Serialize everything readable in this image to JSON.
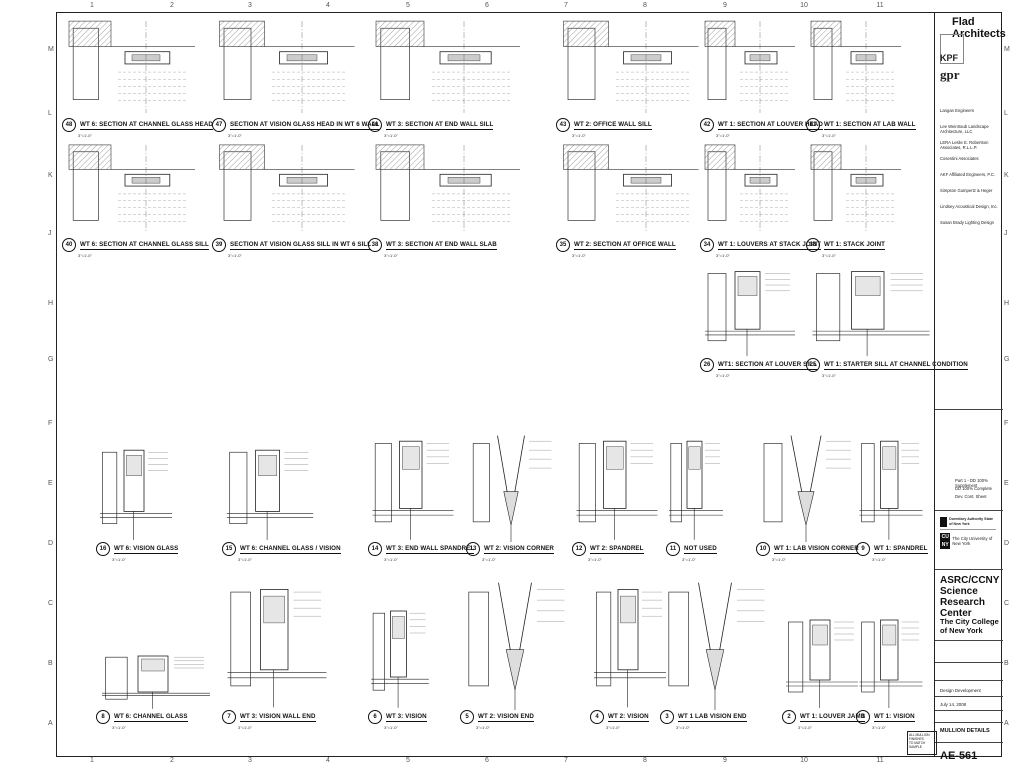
{
  "firm": {
    "name": "Flad Architects",
    "partners": [
      "KPF",
      "gpr"
    ]
  },
  "consultants": [
    "Langan Engineers",
    "Lee Weintraub Landscape Architecture, LLC",
    "LERA Leslie E. Robertson Associates, R.L.L.P.",
    "Cosentini Associates",
    "AKF Affiliated Engineers, P.C.",
    "Simpson Gumpertz & Heger",
    "Lindsey Acoustical Design, Inc.",
    "Susan Brady Lighting Design"
  ],
  "project": {
    "title": "ASRC/CCNY Science Research Center",
    "owner": "The City College of New York",
    "phase": "Design Development",
    "date": "July 14, 2008",
    "sheet_name": "MULLION DETAILS",
    "sheet_number": "AE-561",
    "authority": "Dormitory Authority State of New York",
    "university": "The City University of New York"
  },
  "revisions": [
    "Part 1 - DD 100% Supplement",
    "DD 100% Complete",
    "Dev. Cont. Sheet"
  ],
  "grid": {
    "columns": [
      "1",
      "2",
      "3",
      "4",
      "5",
      "6",
      "7",
      "8",
      "9",
      "10",
      "11"
    ],
    "rows": [
      "M",
      "L",
      "K",
      "J",
      "H",
      "G",
      "F",
      "E",
      "D",
      "C",
      "B",
      "A"
    ]
  },
  "details": [
    {
      "num": "48",
      "title": "WT 6: SECTION AT CHANNEL GLASS HEAD",
      "scale": "3\"=1'-0\""
    },
    {
      "num": "47",
      "title": "SECTION AT VISION GLASS HEAD IN WT 6 WALL",
      "scale": "3\"=1'-0\""
    },
    {
      "num": "46",
      "title": "WT 3: SECTION AT END WALL SILL",
      "scale": "3\"=1'-0\""
    },
    {
      "num": "43",
      "title": "WT 2: OFFICE WALL SILL",
      "scale": "3\"=1'-0\""
    },
    {
      "num": "42",
      "title": "WT 1: SECTION AT LOUVER HEAD",
      "scale": "3\"=1'-0\""
    },
    {
      "num": "41",
      "title": "WT 1: SECTION AT LAB WALL",
      "scale": "3\"=1'-0\""
    },
    {
      "num": "40",
      "title": "WT 6: SECTION AT CHANNEL GLASS SILL",
      "scale": "3\"=1'-0\""
    },
    {
      "num": "39",
      "title": "SECTION AT VISION GLASS SILL IN WT 6 SILL",
      "scale": "3\"=1'-0\""
    },
    {
      "num": "38",
      "title": "WT 3: SECTION AT END WALL SLAB",
      "scale": "3\"=1'-0\""
    },
    {
      "num": "35",
      "title": "WT 2: SECTION AT OFFICE WALL",
      "scale": "3\"=1'-0\""
    },
    {
      "num": "34",
      "title": "WT 1: LOUVERS AT STACK JOINT",
      "scale": "3\"=1'-0\""
    },
    {
      "num": "33",
      "title": "WT 1: STACK JOINT",
      "scale": "3\"=1'-0\""
    },
    {
      "num": "26",
      "title": "WT1: SECTION AT LOUVER SILL",
      "scale": "3\"=1'-0\""
    },
    {
      "num": "25",
      "title": "WT 1: STARTER SILL AT CHANNEL CONDITION",
      "scale": "3\"=1'-0\""
    },
    {
      "num": "16",
      "title": "WT 6: VISION GLASS",
      "scale": "3\"=1'-0\""
    },
    {
      "num": "15",
      "title": "WT 6: CHANNEL GLASS / VISION",
      "scale": "3\"=1'-0\""
    },
    {
      "num": "14",
      "title": "WT 3: END WALL SPANDREL",
      "scale": "3\"=1'-0\""
    },
    {
      "num": "13",
      "title": "WT 2: VISION CORNER",
      "scale": "3\"=1'-0\""
    },
    {
      "num": "12",
      "title": "WT 2: SPANDREL",
      "scale": "3\"=1'-0\""
    },
    {
      "num": "11",
      "title": "NOT USED",
      "scale": "3\"=1'-0\""
    },
    {
      "num": "10",
      "title": "WT 1: LAB VISION CORNER",
      "scale": "3\"=1'-0\""
    },
    {
      "num": "9",
      "title": "WT 1: SPANDREL",
      "scale": "3\"=1'-0\""
    },
    {
      "num": "8",
      "title": "WT 6: CHANNEL GLASS",
      "scale": "3\"=1'-0\""
    },
    {
      "num": "7",
      "title": "WT 3: VISION WALL END",
      "scale": "3\"=1'-0\""
    },
    {
      "num": "6",
      "title": "WT 3: VISION",
      "scale": "3\"=1'-0\""
    },
    {
      "num": "5",
      "title": "WT 2: VISION END",
      "scale": "3\"=1'-0\""
    },
    {
      "num": "4",
      "title": "WT 2: VISION",
      "scale": "3\"=1'-0\""
    },
    {
      "num": "3",
      "title": "WT 1 LAB VISION END",
      "scale": "3\"=1'-0\""
    },
    {
      "num": "2",
      "title": "WT 1: LOUVER JAMB",
      "scale": "3\"=1'-0\""
    },
    {
      "num": "1",
      "title": "WT 1: VISION",
      "scale": "3\"=1'-0\""
    }
  ],
  "legend": {
    "line1": "ALL MULLION FINISHES",
    "line2": "TO MATCH SAMPLE"
  }
}
